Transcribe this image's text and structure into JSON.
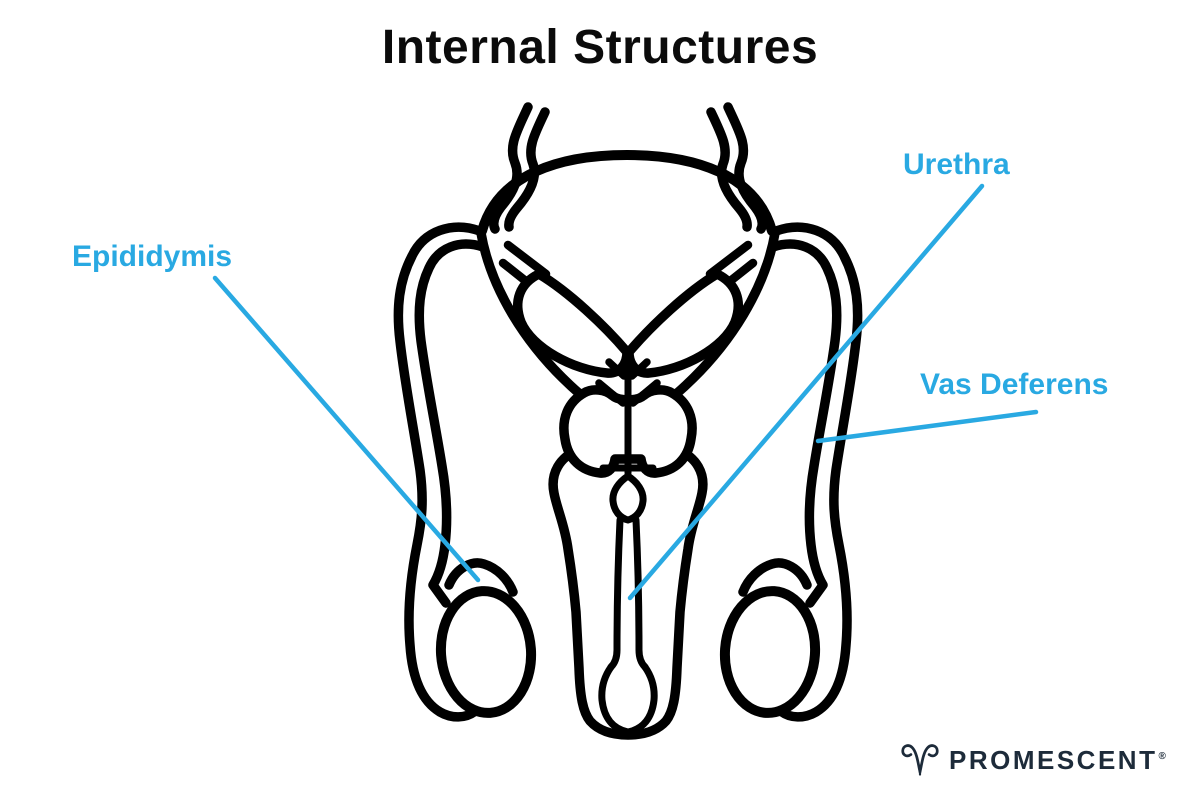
{
  "title": "Internal Structures",
  "figure": {
    "type": "anatomical-line-illustration",
    "subject": "Male reproductive system internal structures, front view line drawing",
    "parts": [
      "bladder",
      "ureters",
      "seminal vesicles",
      "prostate",
      "vas deferens",
      "urethra",
      "penis shaft",
      "glans urethral opening",
      "testes",
      "epididymis"
    ]
  },
  "callouts": [
    {
      "id": "epididymis",
      "label": "Epididymis"
    },
    {
      "id": "urethra",
      "label": "Urethra"
    },
    {
      "id": "vas-deferens",
      "label": "Vas Deferens"
    }
  ],
  "logo": {
    "brand": "PROMESCENT",
    "registered_mark": "®",
    "icon": "ram-horns-icon"
  },
  "colors": {
    "accent_blue": "#29a9e2",
    "line_black": "#000000",
    "logo_navy": "#1d2b3a",
    "background": "#ffffff"
  }
}
